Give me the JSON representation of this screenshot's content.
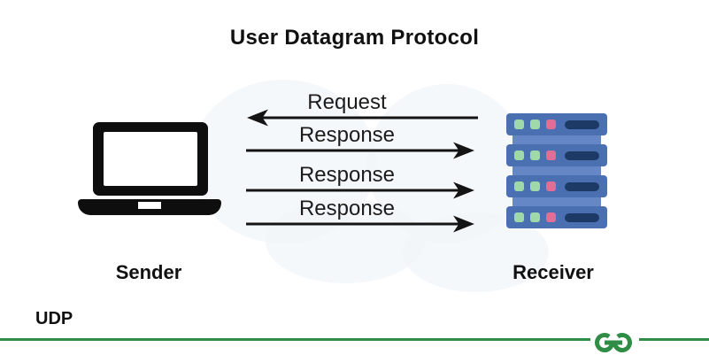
{
  "title": "User Datagram Protocol",
  "sender": {
    "label": "Sender",
    "icon": "laptop-icon"
  },
  "receiver": {
    "label": "Receiver",
    "icon": "server-stack-icon"
  },
  "messages": [
    {
      "label": "Request",
      "direction": "left"
    },
    {
      "label": "Response",
      "direction": "right"
    },
    {
      "label": "Response",
      "direction": "right"
    },
    {
      "label": "Response",
      "direction": "right"
    }
  ],
  "footer": {
    "protocol_label": "UDP"
  },
  "branding": {
    "logo": "geeksforgeeks-logo",
    "accent_color": "#2f8d46"
  },
  "colors": {
    "background": "#ffffff",
    "text": "#1a1a1a",
    "icon_black": "#0e0e0e",
    "arrow": "#141414",
    "server_body": "#4a70b2",
    "server_connector": "#6687c5",
    "server_panel": "#1d3a66",
    "led_green": "#9fd9a9",
    "led_pink": "#e06f96",
    "rule_green": "#2f8d46"
  }
}
